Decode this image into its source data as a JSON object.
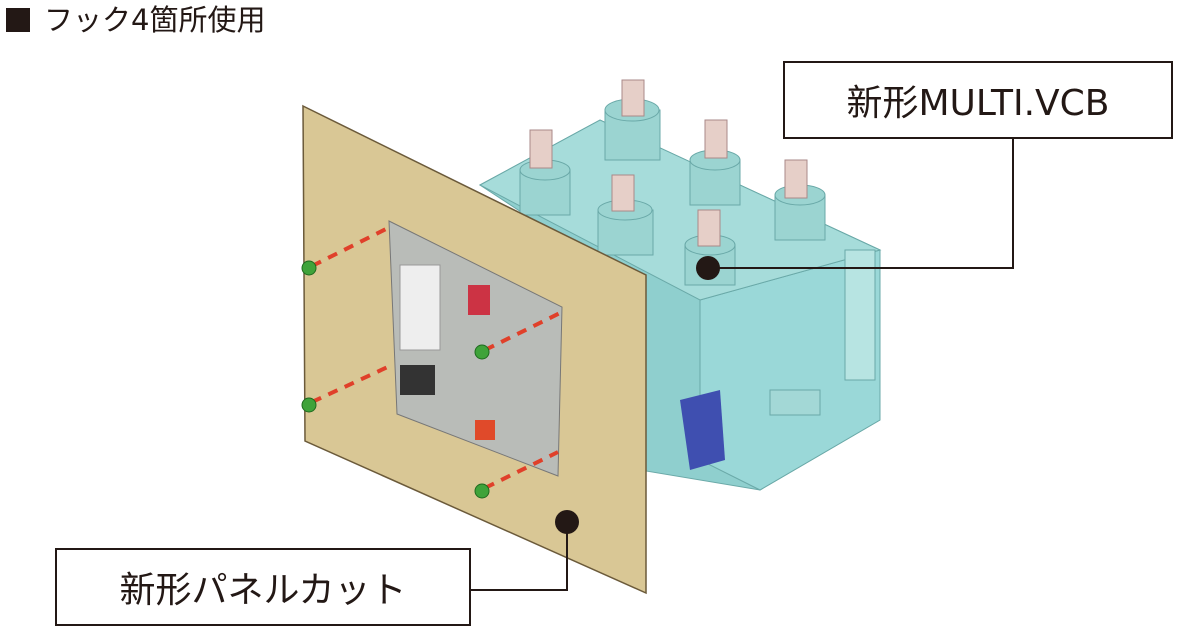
{
  "title": "フック4箇所使用",
  "labels": {
    "vcb": "新形MULTI.VCB",
    "panel_cut": "新形パネルカット"
  },
  "colors": {
    "panel": "#d9c795",
    "body": "#8fd0cf",
    "hook": "#3fa33a",
    "dash": "#e0402a",
    "text": "#231815"
  }
}
